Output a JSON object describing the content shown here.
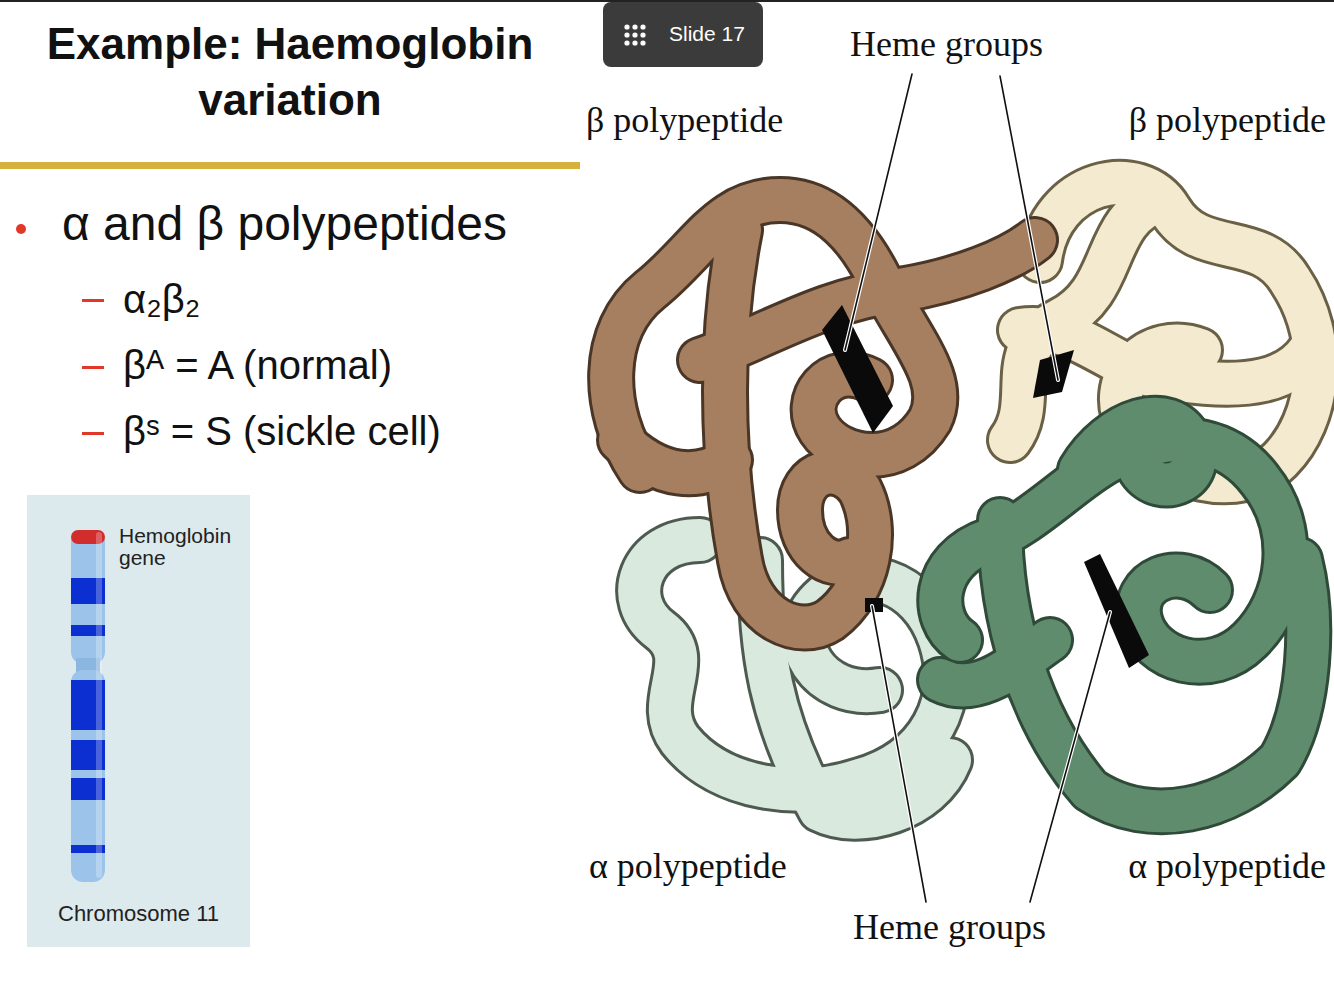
{
  "diagram": {
    "title": "Example: Haemoglobin variation",
    "nodes": [
      {
        "text": [
          "Slide 17"
        ]
      },
      {
        "text": [
          "Hemoglobin gene",
          "Chromosome 11"
        ]
      }
    ],
    "labels": [
      "α and β polypeptides",
      "α₂β₂",
      "βᴬ = A (normal)",
      "βˢ = S (sickle cell)",
      "Heme groups",
      "β polypeptide",
      "β polypeptide",
      "α polypeptide",
      "α polypeptide",
      "Heme groups"
    ]
  }
}
